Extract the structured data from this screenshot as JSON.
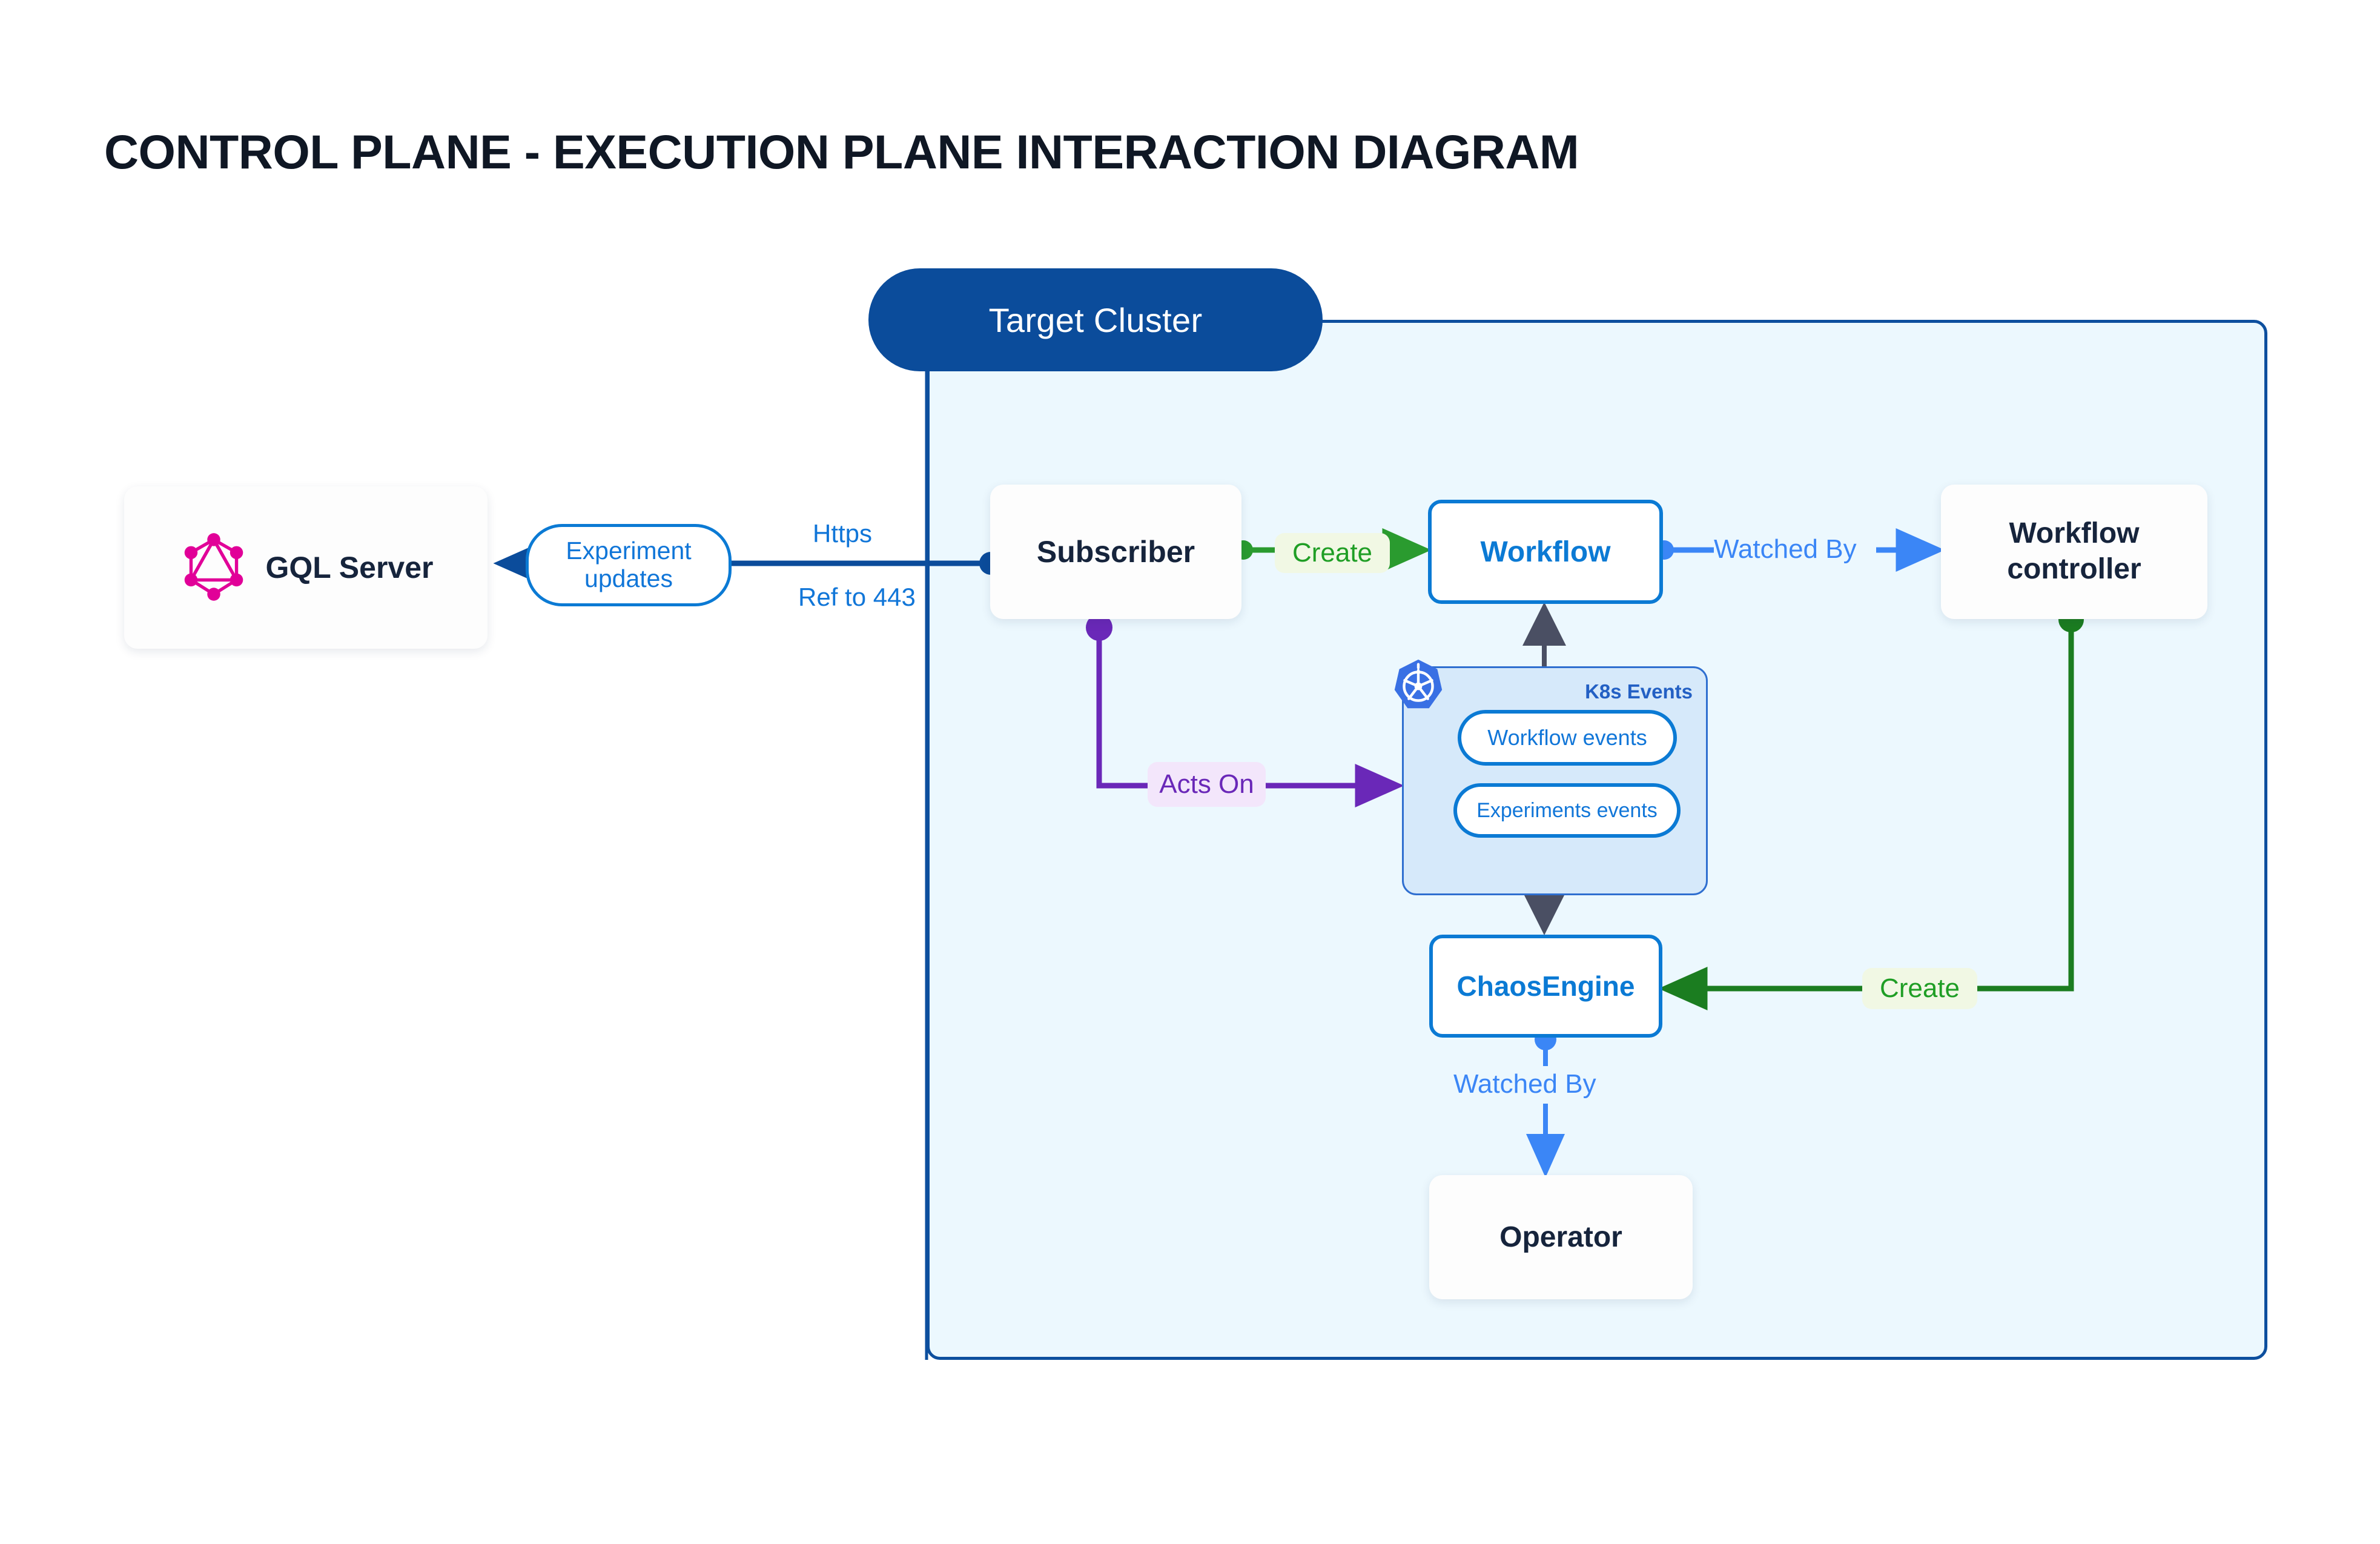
{
  "title": "CONTROL PLANE - EXECUTION PLANE INTERACTION DIAGRAM",
  "cluster": {
    "label": "Target Cluster"
  },
  "nodes": {
    "gql_server": {
      "label": "GQL Server",
      "icon": "graphql-logo"
    },
    "subscriber": {
      "label": "Subscriber"
    },
    "workflow": {
      "label": "Workflow"
    },
    "workflow_controller": {
      "label": "Workflow controller"
    },
    "chaos_engine": {
      "label": "ChaosEngine"
    },
    "operator": {
      "label": "Operator"
    }
  },
  "k8s_events": {
    "panel_label": "K8s Events",
    "badge_icon": "kubernetes-logo",
    "items": [
      {
        "label": "Workflow events"
      },
      {
        "label": "Experiments events"
      }
    ]
  },
  "edges": {
    "experiment_updates": "Experiment updates",
    "experiment_updates_line1": "Experiment",
    "experiment_updates_line2": "updates",
    "https": "Https",
    "ref_to_443": "Ref to 443",
    "create_workflow": "Create",
    "watched_by_controller": "Watched By",
    "acts_on": "Acts On",
    "create_chaosengine": "Create",
    "watched_by_operator": "Watched By"
  },
  "colors": {
    "background": "#ffffff",
    "title": "#0f1724",
    "cluster_fill": "#ecf8fe",
    "cluster_border": "#0d4f9e",
    "cluster_pill": "#0b4c9b",
    "node_text": "#16243c",
    "accent_blue": "#0b7ad4",
    "light_blue": "#3b86f6",
    "green": "#1f9e25",
    "dark_green": "#1b7d20",
    "purple": "#6a28b8",
    "graphql_pink": "#e10098",
    "k8s_blue": "#3970e4",
    "arrow_gray": "#4a4f63",
    "panel_fill": "#d6e9fa"
  }
}
